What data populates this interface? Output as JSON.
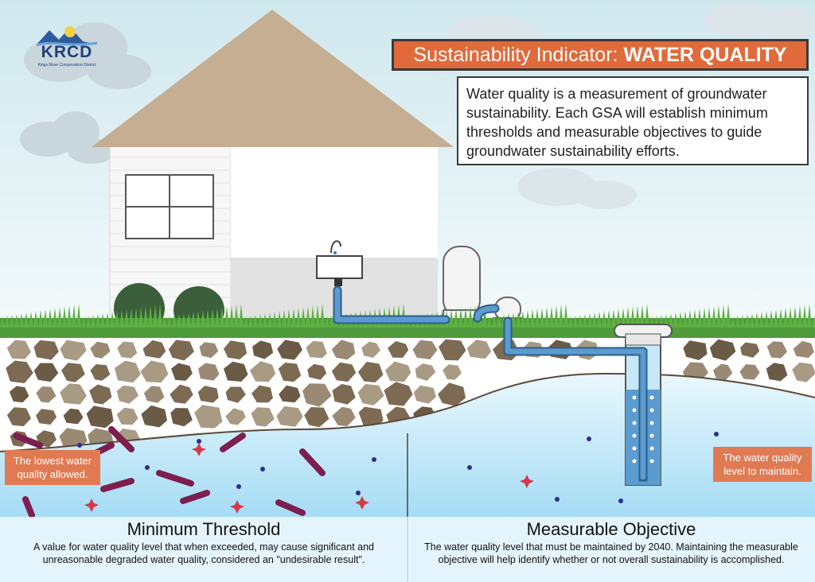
{
  "logo": {
    "text": "KRCD",
    "subtitle": "Kings River Conservation District"
  },
  "banner": {
    "label": "Sustainability Indicator:",
    "highlight": "WATER QUALITY"
  },
  "description": "Water quality is a measurement of groundwater sustainability. Each GSA will establish minimum thresholds and measurable objectives to guide groundwater sustainability efforts.",
  "callouts": {
    "left": "The lowest water quality allowed.",
    "right": "The water quality level to maintain."
  },
  "panels": {
    "minimum_threshold": {
      "title": "Minimum Threshold",
      "text": "A value for water quality level that when exceeded, may cause significant and unreasonable degraded water quality, considered an \"undesirable result\"."
    },
    "measurable_objective": {
      "title": "Measurable Objective",
      "text": "The water quality level that must be maintained by 2040. Maintaining the measurable objective will help identify whether or not overall sustainability is accomplished."
    }
  },
  "colors": {
    "banner": "#e06a3b",
    "callout": "#e07a52",
    "roof": "#c6ae92",
    "grass": "#4f9a3a",
    "rock": "#7d6a52",
    "water": "#a5dcf5",
    "pipe": "#5b9bd0",
    "contaminant": "#7c1f4f"
  }
}
